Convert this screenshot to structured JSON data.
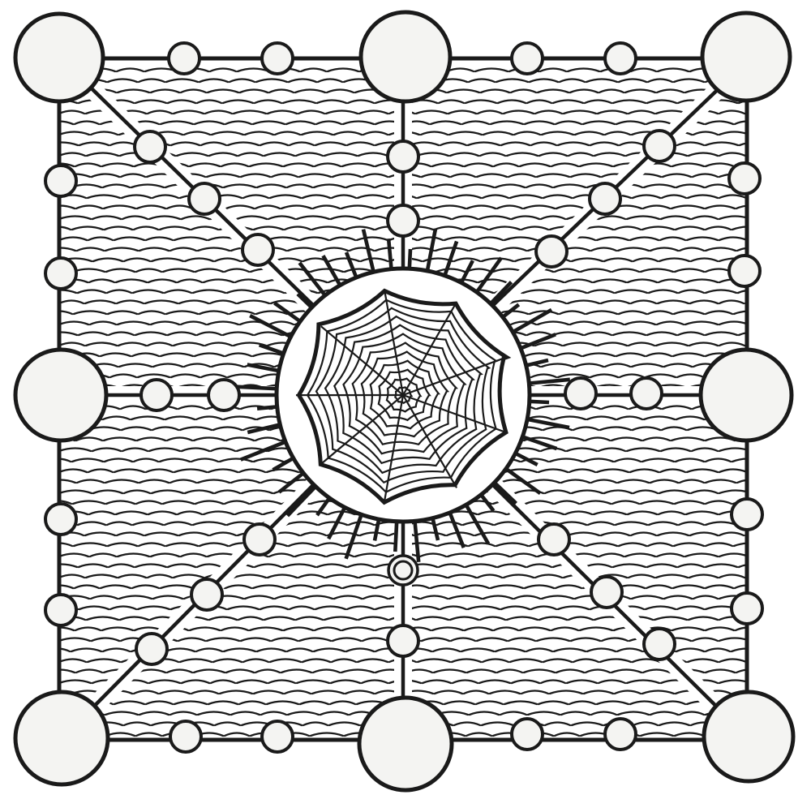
{
  "figure": {
    "colors": {
      "ink": "#1a1a1a",
      "paper": "#ffffff",
      "node_fill": "#f4f4f2"
    },
    "elements": {
      "outer_square": "square-boundary",
      "wave_field": "wave-hatched-field",
      "hub": "central-octagonal-web",
      "hub_ring": "ring-around-hub",
      "rays": "radial-rays",
      "spokes": "eight-spokes",
      "large_nodes": "eight-large-circles",
      "small_nodes": "small-circles",
      "marked_node": "double-circle-node"
    }
  }
}
